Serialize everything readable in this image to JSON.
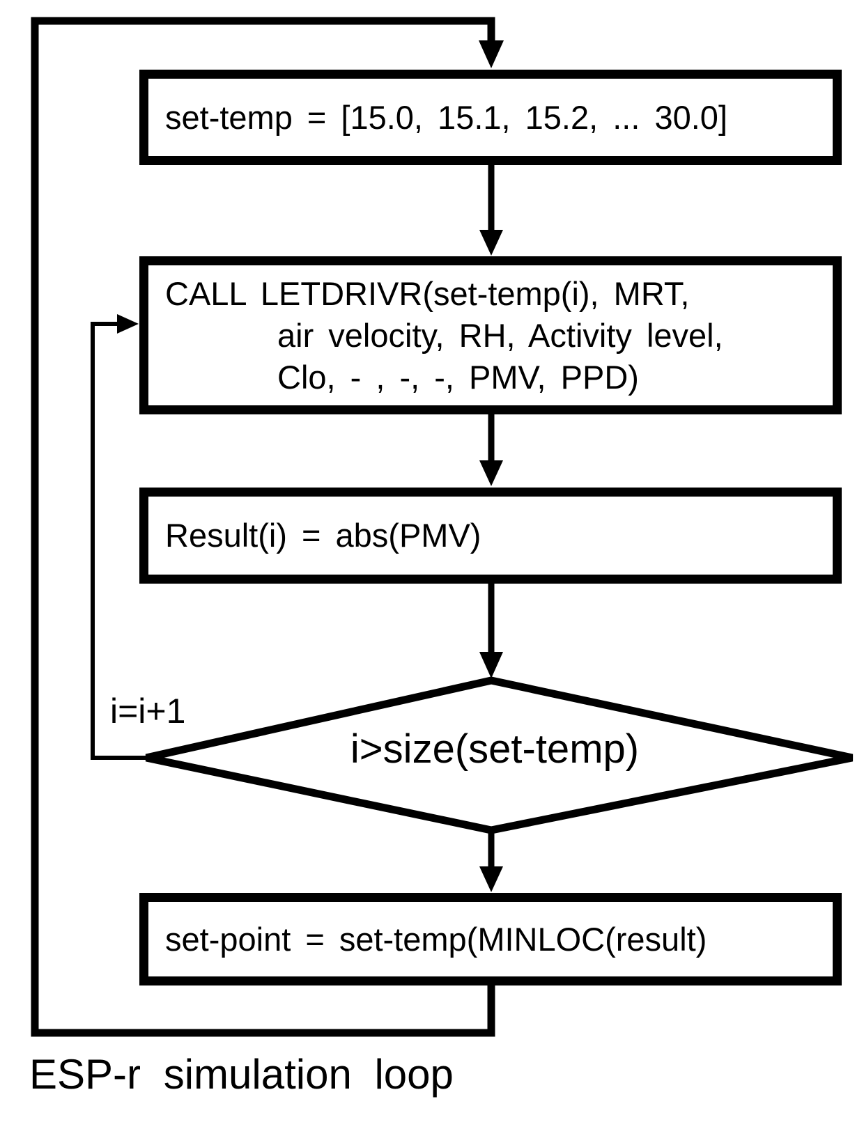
{
  "colors": {
    "stroke": "#000000",
    "background": "#ffffff"
  },
  "flowchart": {
    "caption": "ESP-r simulation loop",
    "loop_label": "i=i+1",
    "boxes": {
      "set_temp": {
        "text": "set-temp = [15.0, 15.1, 15.2, ... 30.0]"
      },
      "call_letdrivr": {
        "line1": "CALL LETDRIVR(set-temp(i), MRT,",
        "line2": "air velocity, RH, Activity level,",
        "line3": "Clo, - , -, -, PMV, PPD)"
      },
      "result": {
        "text": "Result(i) = abs(PMV)"
      },
      "decision": {
        "text": "i>size(set-temp)"
      },
      "set_point": {
        "text": "set-point = set-temp(MINLOC(result)"
      }
    }
  }
}
